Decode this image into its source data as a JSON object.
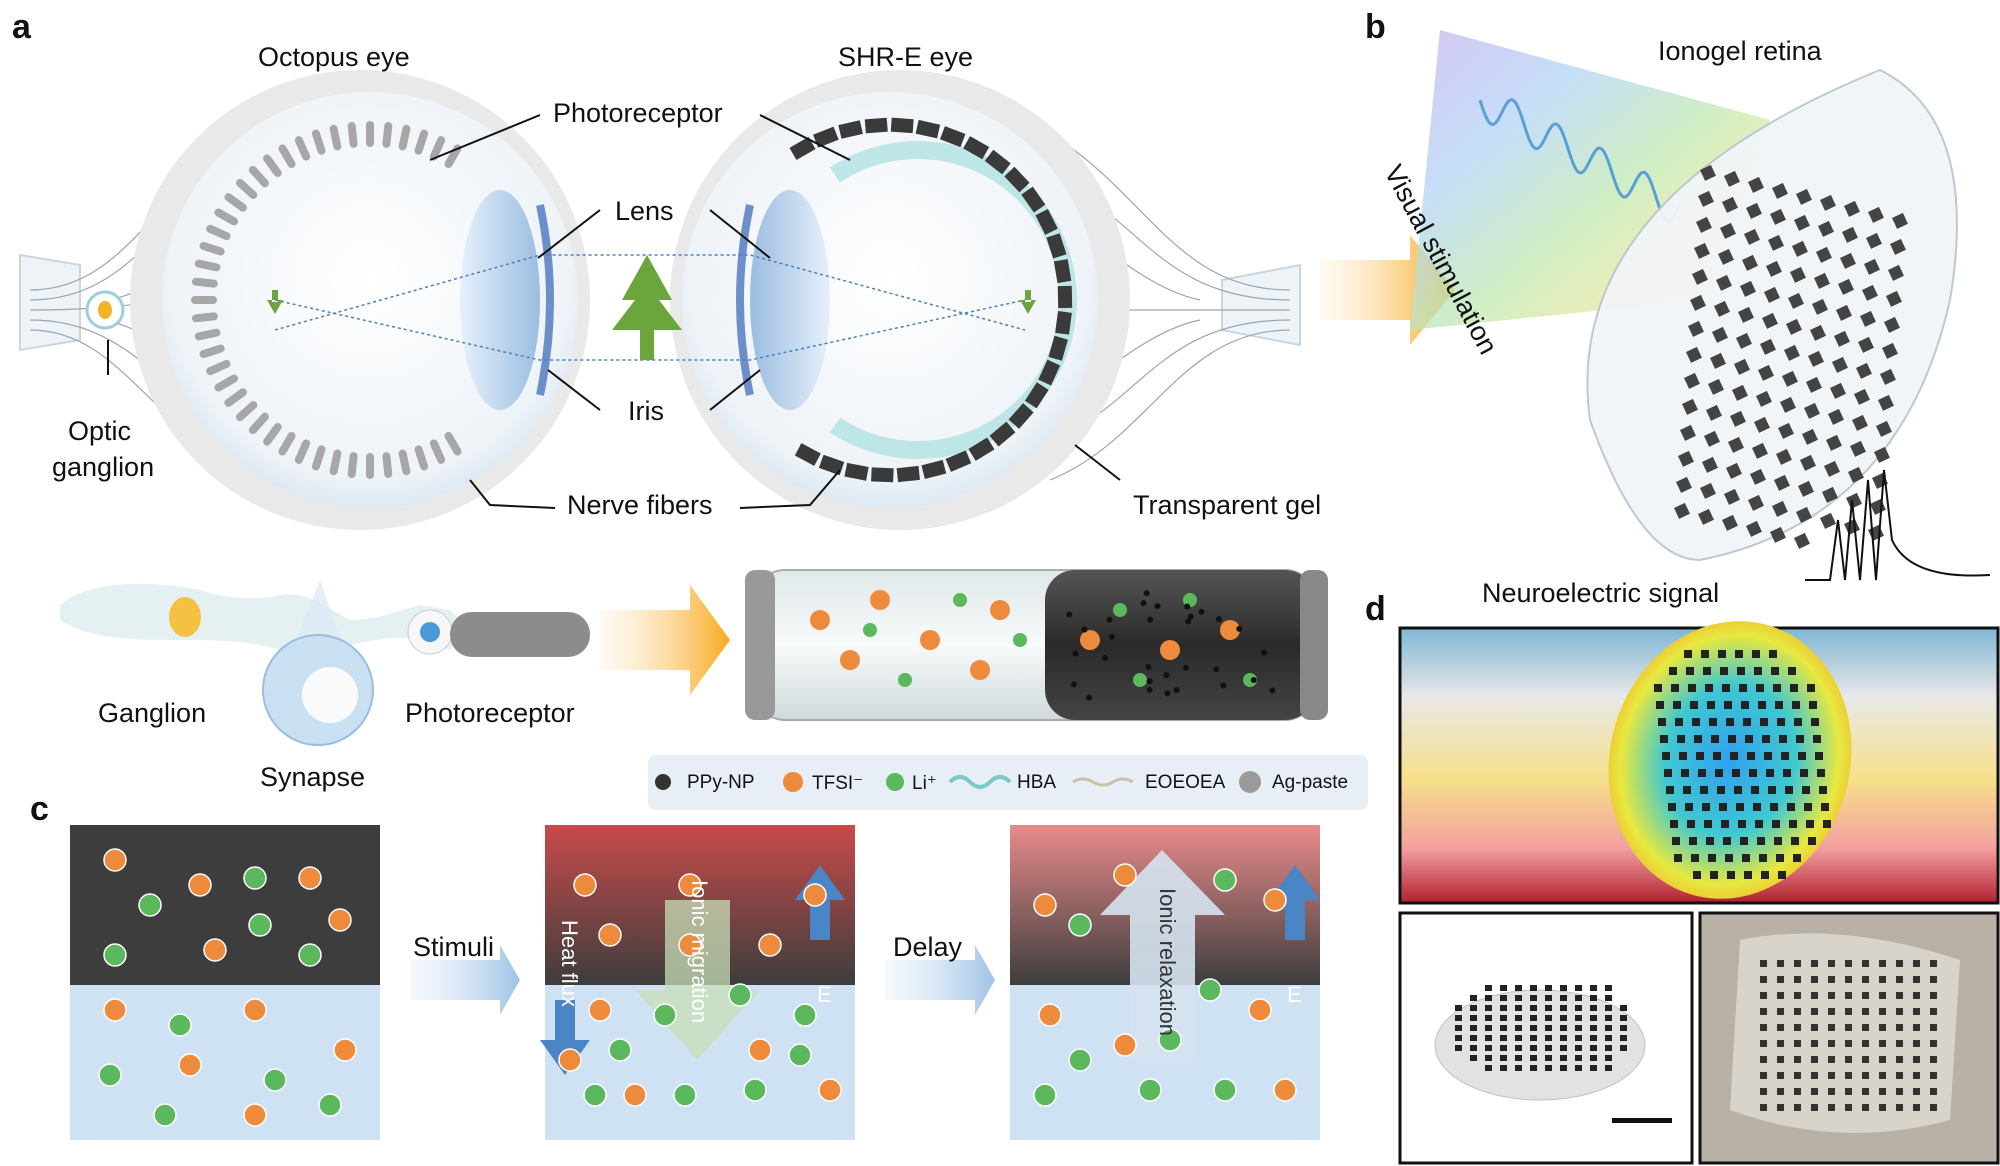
{
  "panels": {
    "a": "a",
    "b": "b",
    "c": "c",
    "d": "d"
  },
  "panel_a": {
    "octopus_eye": "Octopus eye",
    "shre_eye": "SHR-E eye",
    "photoreceptor": "Photoreceptor",
    "lens": "Lens",
    "iris": "Iris",
    "optic_ganglion_1": "Optic",
    "optic_ganglion_2": "ganglion",
    "nerve_fibers": "Nerve fibers",
    "transparent_gel": "Transparent gel",
    "ganglion": "Ganglion",
    "synapse": "Synapse",
    "photoreceptor_bottom": "Photoreceptor"
  },
  "legend": [
    {
      "label": "PPy-NP",
      "color": "#333333"
    },
    {
      "label": "TFSI⁻",
      "color": "#ee8a3c"
    },
    {
      "label": "Li⁺",
      "color": "#5cb85c"
    },
    {
      "label": "HBA",
      "color": "#7fc6c6"
    },
    {
      "label": "EOEOEA",
      "color": "#c8c2a8"
    },
    {
      "label": "Ag-paste",
      "color": "#9a9a9a"
    }
  ],
  "panel_b": {
    "visual_stimulation": "Visual stimulation",
    "ionogel_retina": "Ionogel retina",
    "neuroelectric_signal": "Neuroelectric signal"
  },
  "panel_c": {
    "stimuli": "Stimuli",
    "delay": "Delay",
    "heat_flux": "Heat flux",
    "ionic_migration": "Ionic migration",
    "ionic_relaxation": "Ionic relaxation",
    "e_label": "E",
    "e_label_2": "E"
  },
  "colors": {
    "orange": "#ee8a3c",
    "green": "#5cb85c",
    "dark": "#3d3d3d",
    "lightblue": "#cfe2f3",
    "red": "#c0504d"
  }
}
